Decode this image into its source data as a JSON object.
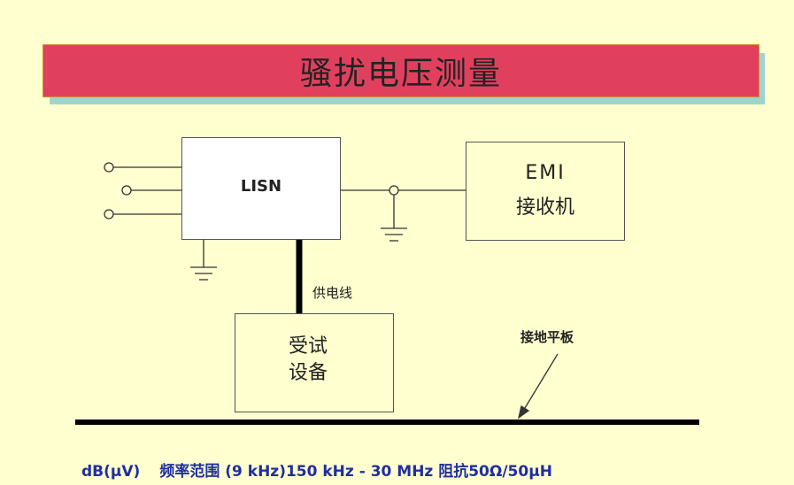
{
  "title": "骚扰电压测量",
  "lisn": {
    "label": "LISN"
  },
  "emi_receiver": {
    "line1": "EMI",
    "line2": "接收机"
  },
  "eut": {
    "line1": "受试",
    "line2": "设备"
  },
  "labels": {
    "power_line": "供电线",
    "ground_plane": "接地平板"
  },
  "footer": {
    "unit": "dB(μV)",
    "spec": "频率范围 (9 kHz)150 kHz - 30 MHz 阻抗50Ω/50μH"
  },
  "colors": {
    "background": "#FFFFD0",
    "title_bar": "#E0405E",
    "title_shadow": "#9FD4CC",
    "footer_text": "#1F2FA0"
  }
}
